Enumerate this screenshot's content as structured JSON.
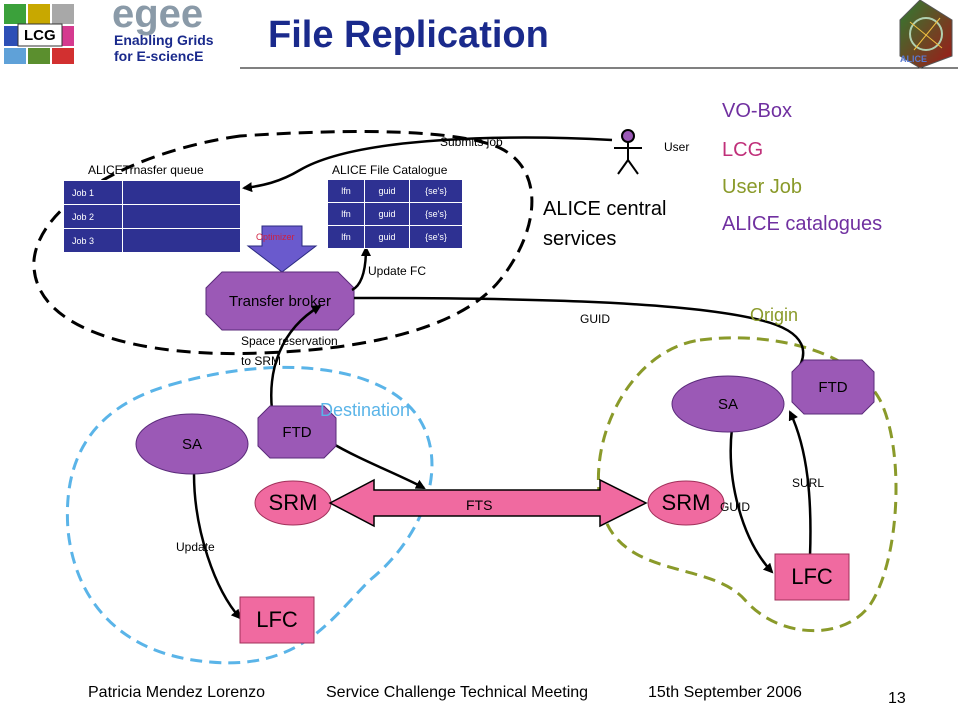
{
  "header": {
    "title": "File Replication",
    "egee_logo_text": "egee",
    "egee_tagline_1": "Enabling Grids",
    "egee_tagline_2": "for E-sciencE",
    "lcg_logo_text": "LCG",
    "alice_logo_text": "ALICE"
  },
  "legend": {
    "items": [
      {
        "label": "VO-Box",
        "color": "#7030a0"
      },
      {
        "label": "LCG",
        "color": "#c0307a"
      },
      {
        "label": "User Job",
        "color": "#8a9a2a"
      },
      {
        "label": "ALICE catalogues",
        "color": "#7030a0"
      }
    ]
  },
  "central": {
    "label_line1": "ALICE central",
    "label_line2": "services",
    "queue_title": "ALICETrnasfer queue",
    "queue_jobs": [
      "Job 1",
      "Job 2",
      "Job 3"
    ],
    "catalogue_title": "ALICE File Catalogue",
    "catalogue_rows": [
      [
        "lfn",
        "guid",
        "{se's}"
      ],
      [
        "lfn",
        "guid",
        "{se's}"
      ],
      [
        "lfn",
        "guid",
        "{se's}"
      ]
    ],
    "optimizer_label": "Optimizer",
    "transfer_broker": "Transfer broker"
  },
  "user": {
    "label": "User",
    "submits_job": "Submits job"
  },
  "labels": {
    "update_fc": "Update FC",
    "guid_top": "GUID",
    "space_reservation_1": "Space reservation",
    "space_reservation_2": "to SRM",
    "fts": "FTS",
    "update": "Update",
    "guid_origin": "GUID",
    "surl": "SURL"
  },
  "destination": {
    "title": "Destination",
    "sa": "SA",
    "ftd": "FTD",
    "srm": "SRM",
    "lfc": "LFC"
  },
  "origin": {
    "title": "Origin",
    "sa": "SA",
    "ftd": "FTD",
    "srm": "SRM",
    "lfc": "LFC"
  },
  "footer": {
    "author": "Patricia Mendez Lorenzo",
    "meeting": "Service Challenge Technical Meeting",
    "date": "15th September 2006",
    "page": "13"
  },
  "colors": {
    "title": "#1a2a8c",
    "vo_box": "#9b59b6",
    "lcg_pink": "#f06aa0",
    "queue_blue": "#2e3192",
    "destination_ring": "#5ab4e8",
    "origin_ring": "#8a9a2a",
    "legend_green": "#8a9a2a"
  }
}
